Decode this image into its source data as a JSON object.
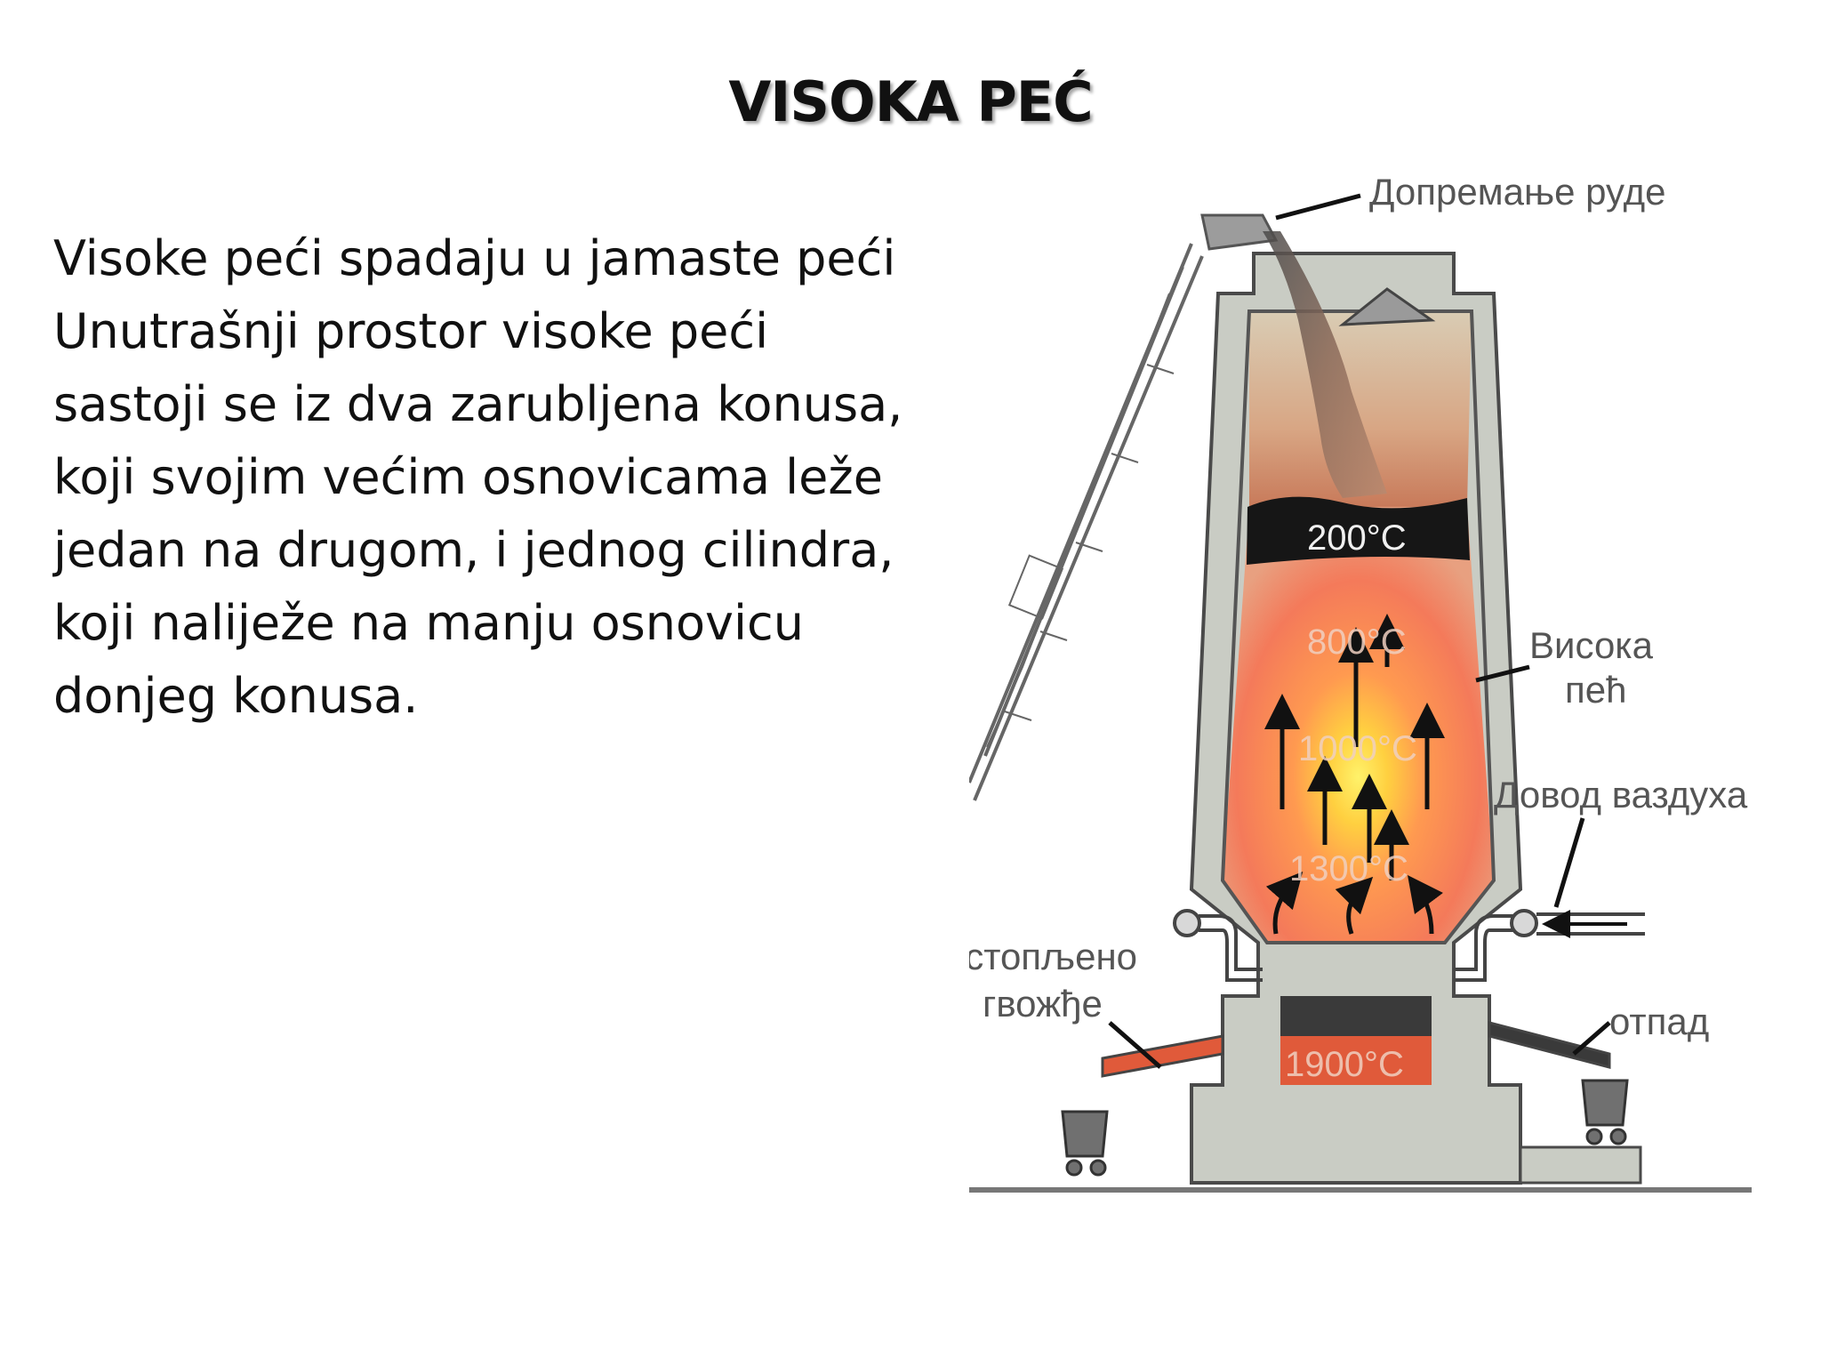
{
  "title": "VISOKA PEĆ",
  "body_lines": [
    "Visoke peći spadaju u jamaste peći",
    "Unutrašnji prostor visoke peći",
    "sastoji se iz dva zarubljena konusa,",
    "koji svojim većim osnovicama leže",
    "jedan na drugom, i jednog cilindra,",
    "koji naliježe na manju osnovicu",
    "donjeg konusa."
  ],
  "diagram": {
    "labels": {
      "ore_feed": "Допремање руде",
      "furnace_1": "Висока",
      "furnace_2": "пећ",
      "air_supply": "Довод ваздуха",
      "molten_iron_1": "Истопљено",
      "molten_iron_2": "гвожђе",
      "waste": "отпад"
    },
    "temperatures": [
      "200°C",
      "800°C",
      "1000°C",
      "1300°C",
      "1900°C"
    ],
    "colors": {
      "shell": "#c9ccc4",
      "hot_core": "#f4a24a",
      "molten": "#e05a3a",
      "coke_layer": "#1a1a1a"
    }
  }
}
